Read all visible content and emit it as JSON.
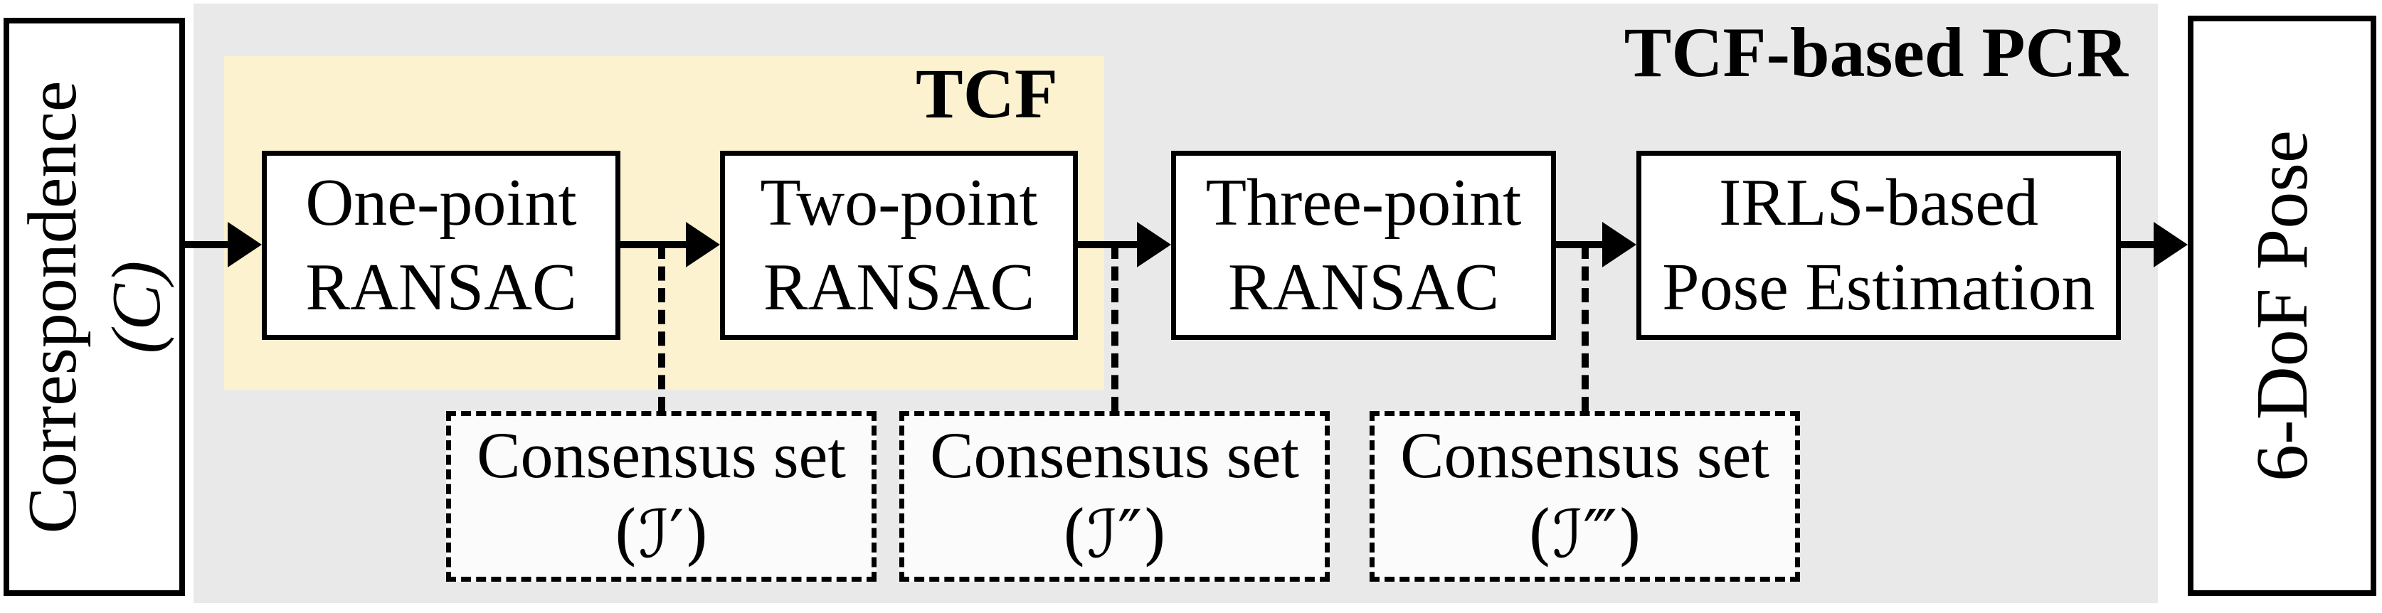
{
  "diagram": {
    "type": "flow-diagram",
    "title": "TCF-based PCR",
    "tcf_label": "TCF",
    "input": {
      "line1": "Correspondence",
      "line2": "(C)"
    },
    "output": "6-DoF Pose",
    "stages": [
      {
        "line1": "One-point",
        "line2": "RANSAC"
      },
      {
        "line1": "Two-point",
        "line2": "RANSAC"
      },
      {
        "line1": "Three-point",
        "line2": "RANSAC"
      },
      {
        "line1": "IRLS-based",
        "line2": "Pose Estimation"
      }
    ],
    "consensus": [
      {
        "line1": "Consensus set",
        "line2": "(ℐ′)"
      },
      {
        "line1": "Consensus set",
        "line2": "(ℐ″)"
      },
      {
        "line1": "Consensus set",
        "line2": "(ℐ‴)"
      }
    ],
    "colors": {
      "background_gray": "#e9e9e9",
      "tcf_highlight": "#fcf2d0",
      "box_fill": "#ffffff",
      "line": "#000000"
    }
  }
}
